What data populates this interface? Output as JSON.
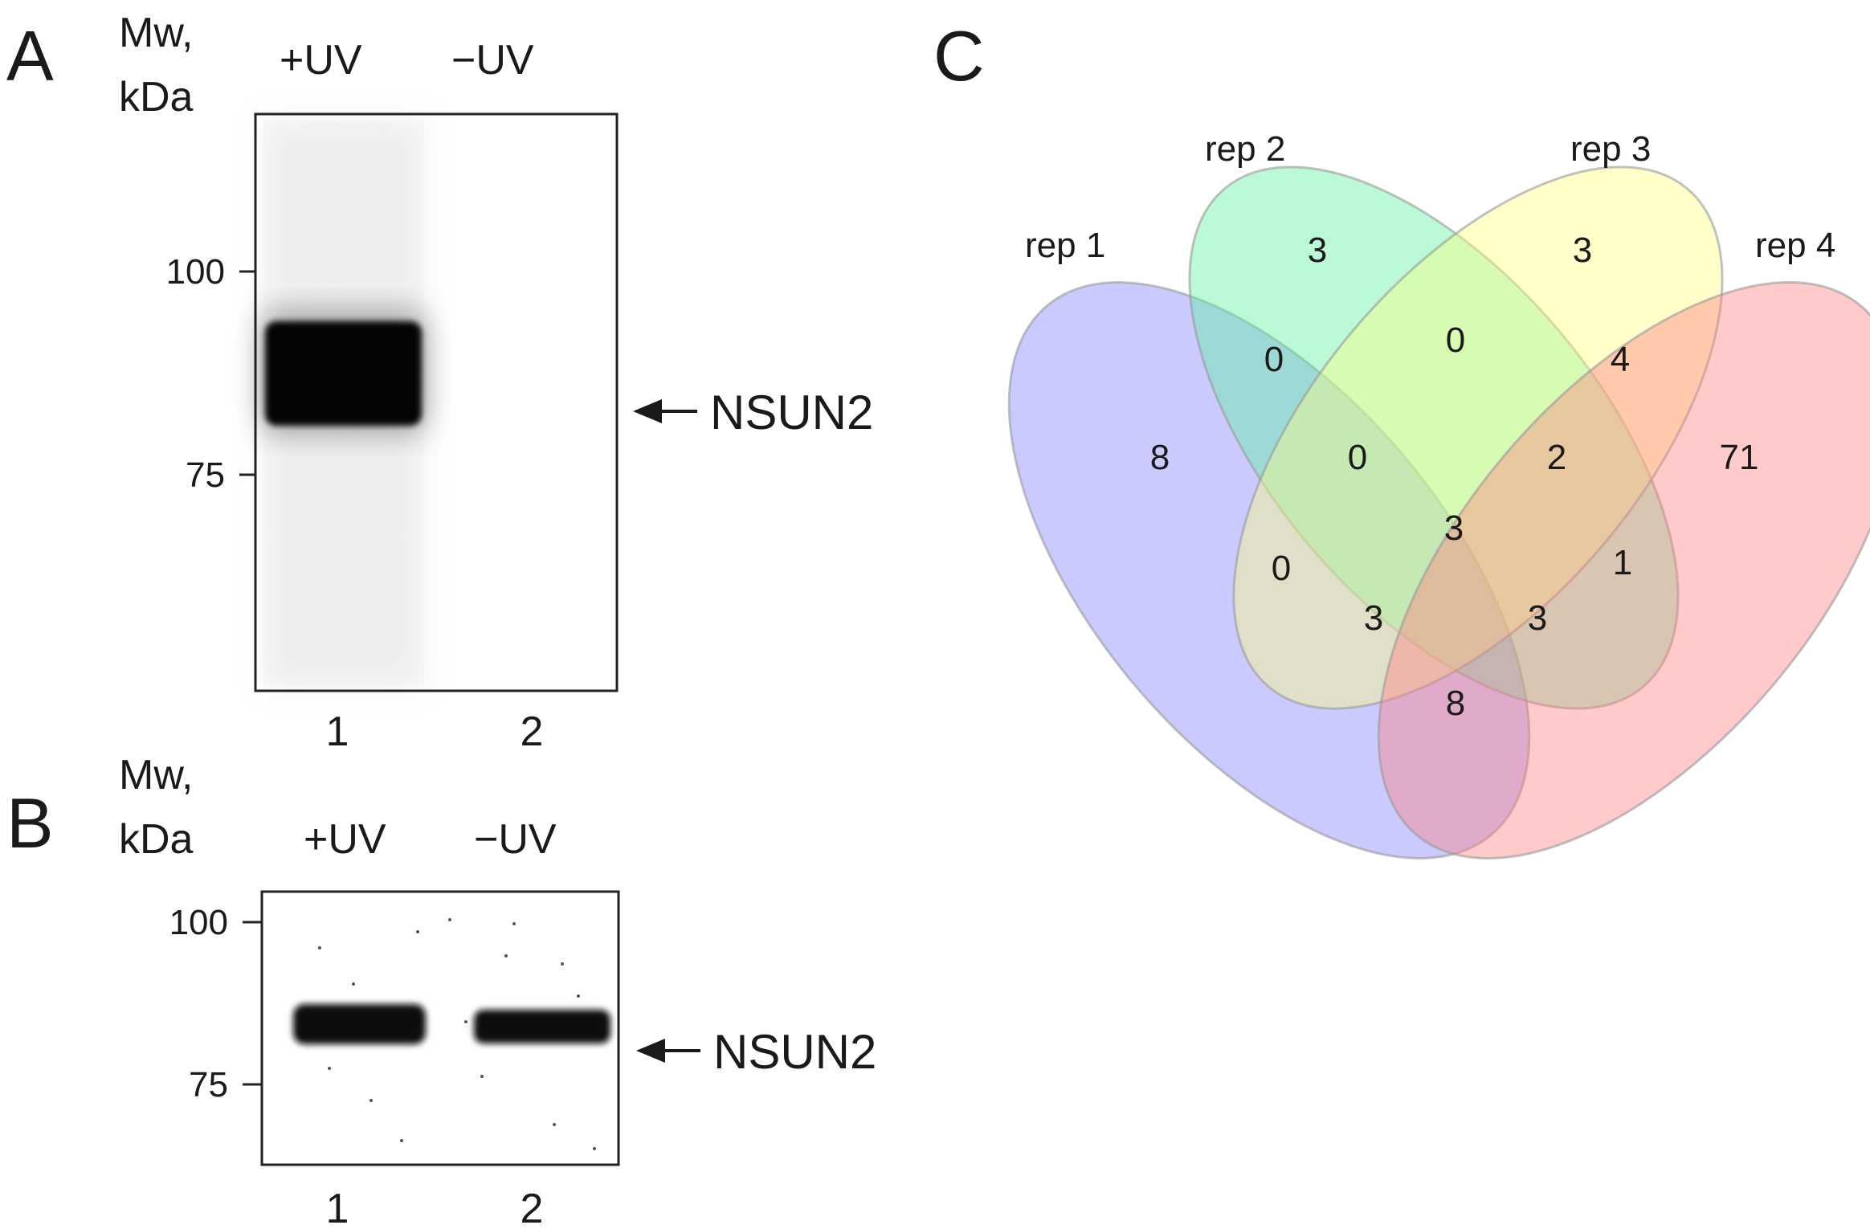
{
  "panel_a": {
    "letter": "A",
    "mw_line1": "Mw,",
    "mw_line2": "kDa",
    "lane_label_1": "+UV",
    "lane_label_2": "−UV",
    "tick_100": "100",
    "tick_75": "75",
    "lane_num_1": "1",
    "lane_num_2": "2",
    "band_label": "NSUN2"
  },
  "panel_b": {
    "letter": "B",
    "mw_line1": "Mw,",
    "mw_line2": "kDa",
    "lane_label_1": "+UV",
    "lane_label_2": "−UV",
    "tick_100": "100",
    "tick_75": "75",
    "lane_num_1": "1",
    "lane_num_2": "2",
    "band_label": "NSUN2"
  },
  "panel_c": {
    "letter": "C",
    "sets": [
      {
        "name": "rep 1",
        "color": "#8080ff"
      },
      {
        "name": "rep 2",
        "color": "#60f0a0"
      },
      {
        "name": "rep 3",
        "color": "#ffff80"
      },
      {
        "name": "rep 4",
        "color": "#ff8080"
      }
    ],
    "regions": {
      "only_1": "8",
      "only_2": "3",
      "only_3": "3",
      "only_4": "71",
      "r12": "0",
      "r23": "0",
      "r34": "4",
      "r13": "0",
      "r24": "1",
      "r14": "8",
      "r123": "0",
      "r234": "2",
      "r134": "3",
      "r124": "3",
      "r1234": "3"
    }
  }
}
